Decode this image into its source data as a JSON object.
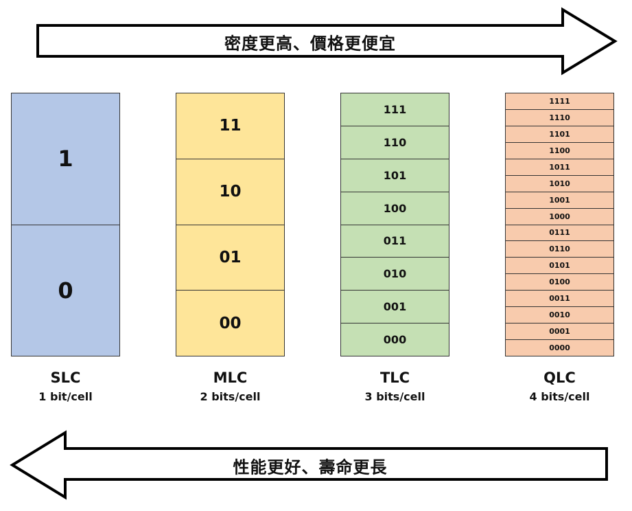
{
  "top_arrow": {
    "label": "密度更高、價格更便宜",
    "direction": "right"
  },
  "bottom_arrow": {
    "label": "性能更好、壽命更長",
    "direction": "left"
  },
  "colors": {
    "slc": "#b4c7e7",
    "mlc": "#fee599",
    "tlc": "#c5e0b4",
    "qlc": "#f8cbad"
  },
  "columns": [
    {
      "name": "SLC",
      "subtitle": "1 bit/cell",
      "cells": [
        "1",
        "0"
      ]
    },
    {
      "name": "MLC",
      "subtitle": "2 bits/cell",
      "cells": [
        "11",
        "10",
        "01",
        "00"
      ]
    },
    {
      "name": "TLC",
      "subtitle": "3 bits/cell",
      "cells": [
        "111",
        "110",
        "101",
        "100",
        "011",
        "010",
        "001",
        "000"
      ]
    },
    {
      "name": "QLC",
      "subtitle": "4 bits/cell",
      "cells": [
        "1111",
        "1110",
        "1101",
        "1100",
        "1011",
        "1010",
        "1001",
        "1000",
        "0111",
        "0110",
        "0101",
        "0100",
        "0011",
        "0010",
        "0001",
        "0000"
      ]
    }
  ]
}
